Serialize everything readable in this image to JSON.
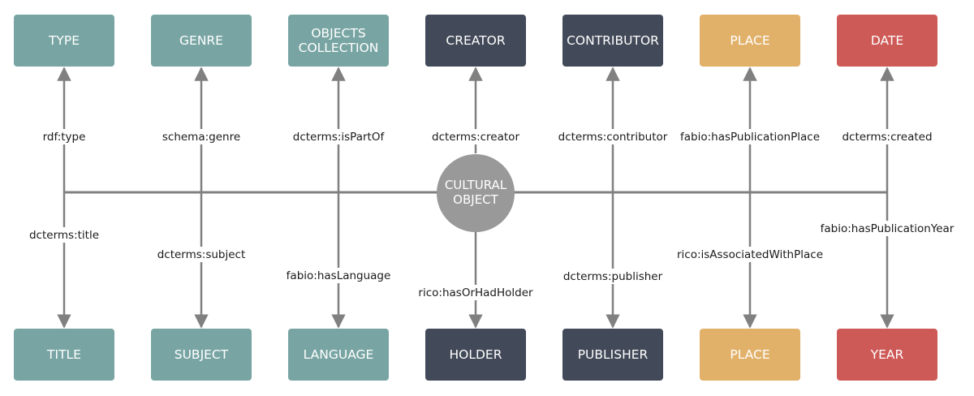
{
  "colors": {
    "teal": "#78a5a3",
    "dark": "#424958",
    "orange": "#e1b16a",
    "red": "#ce5a57",
    "line": "#808080",
    "center": "#999999"
  },
  "center": {
    "label_lines": [
      "CULTURAL",
      "OBJECT"
    ]
  },
  "columns": [
    {
      "id": "type",
      "color": "teal",
      "top": {
        "label_lines": [
          "TYPE"
        ]
      },
      "top_edge": "rdf:type",
      "bottom": {
        "label_lines": [
          "TITLE"
        ]
      },
      "bottom_edge": "dcterms:title"
    },
    {
      "id": "genre",
      "color": "teal",
      "top": {
        "label_lines": [
          "GENRE"
        ]
      },
      "top_edge": "schema:genre",
      "bottom": {
        "label_lines": [
          "SUBJECT"
        ]
      },
      "bottom_edge": "dcterms:subject"
    },
    {
      "id": "collection",
      "color": "teal",
      "top": {
        "label_lines": [
          "OBJECTS",
          "COLLECTION"
        ]
      },
      "top_edge": "dcterms:isPartOf",
      "bottom": {
        "label_lines": [
          "LANGUAGE"
        ]
      },
      "bottom_edge": "fabio:hasLanguage"
    },
    {
      "id": "creator",
      "color": "dark",
      "top": {
        "label_lines": [
          "CREATOR"
        ]
      },
      "top_edge": "dcterms:creator",
      "bottom": {
        "label_lines": [
          "HOLDER"
        ]
      },
      "bottom_edge": "rico:hasOrHadHolder"
    },
    {
      "id": "contributor",
      "color": "dark",
      "top": {
        "label_lines": [
          "CONTRIBUTOR"
        ]
      },
      "top_edge": "dcterms:contributor",
      "bottom": {
        "label_lines": [
          "PUBLISHER"
        ]
      },
      "bottom_edge": "dcterms:publisher"
    },
    {
      "id": "place",
      "color": "orange",
      "top": {
        "label_lines": [
          "PLACE"
        ]
      },
      "top_edge": "fabio:hasPublicationPlace",
      "bottom": {
        "label_lines": [
          "PLACE"
        ]
      },
      "bottom_edge": "rico:isAssociatedWithPlace"
    },
    {
      "id": "date",
      "color": "red",
      "top": {
        "label_lines": [
          "DATE"
        ]
      },
      "top_edge": "dcterms:created",
      "bottom": {
        "label_lines": [
          "YEAR"
        ]
      },
      "bottom_edge": "fabio:hasPublicationYear"
    }
  ]
}
